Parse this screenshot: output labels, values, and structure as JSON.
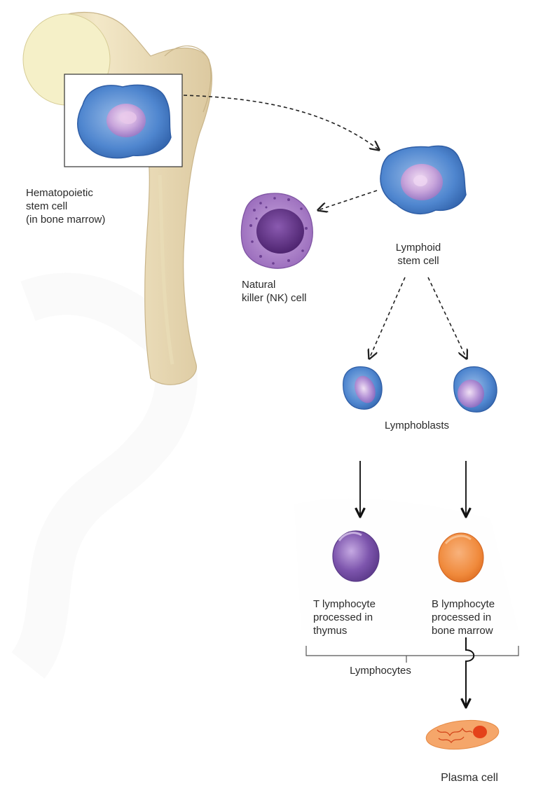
{
  "labels": {
    "hsc": [
      "Hematopoietic",
      "stem cell",
      "(in bone marrow)"
    ],
    "lymphoid": [
      "Lymphoid",
      "stem cell"
    ],
    "nk": [
      "Natural",
      "killer (NK) cell"
    ],
    "lymphoblasts": "Lymphoblasts",
    "t_lymphocyte": [
      "T lymphocyte",
      "processed in",
      "thymus"
    ],
    "b_lymphocyte": [
      "B lymphocyte",
      "processed in",
      "bone marrow"
    ],
    "lymphocytes": "Lymphocytes",
    "plasma": "Plasma cell"
  },
  "colors": {
    "bone": "#ecdfb8",
    "bone_head": "#f5f0c8",
    "stem_cell": "#4f86cf",
    "stem_nucleus": "#c9a6dc",
    "nk_cell": "#a277c2",
    "nk_nucleus": "#5d2f82",
    "t_cell": "#7d55ad",
    "b_cell": "#f08a3c",
    "plasma_cell": "#f5a66a",
    "plasma_nucleus": "#e4421a"
  }
}
